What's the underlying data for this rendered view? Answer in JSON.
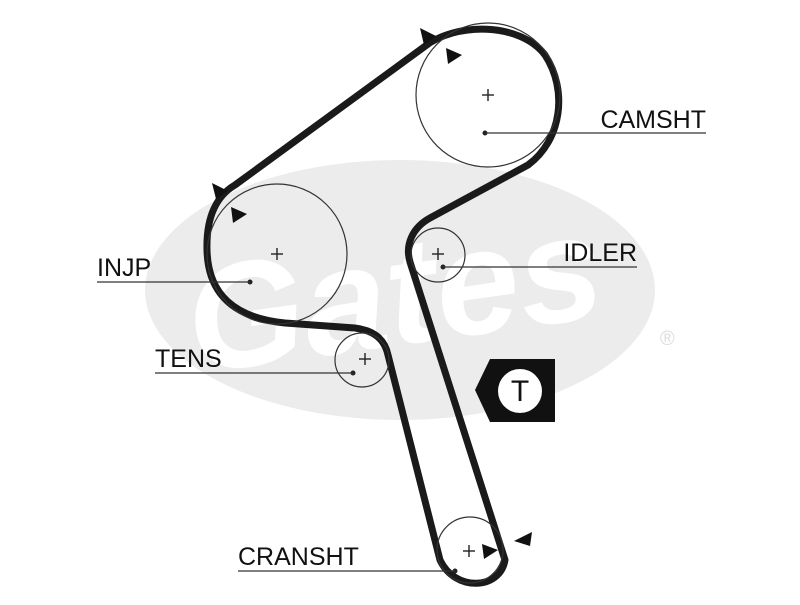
{
  "diagram": {
    "colors": {
      "belt": "#1a1a1a",
      "outline": "#333333",
      "watermark": "#e6e6e6",
      "background": "#ffffff"
    },
    "labels": {
      "camshaft": "CAMSHT",
      "injection_pump": "INJP",
      "idler": "IDLER",
      "tensioner": "TENS",
      "crankshaft": "CRANSHT",
      "tension_badge": "T"
    },
    "watermark": {
      "brand_text": "Gates",
      "registered_mark": "®"
    },
    "icons": {
      "pulley_center": "plus-icon",
      "timing_mark": "triangle-marker-icon",
      "tension_badge": "t-badge-icon"
    }
  }
}
